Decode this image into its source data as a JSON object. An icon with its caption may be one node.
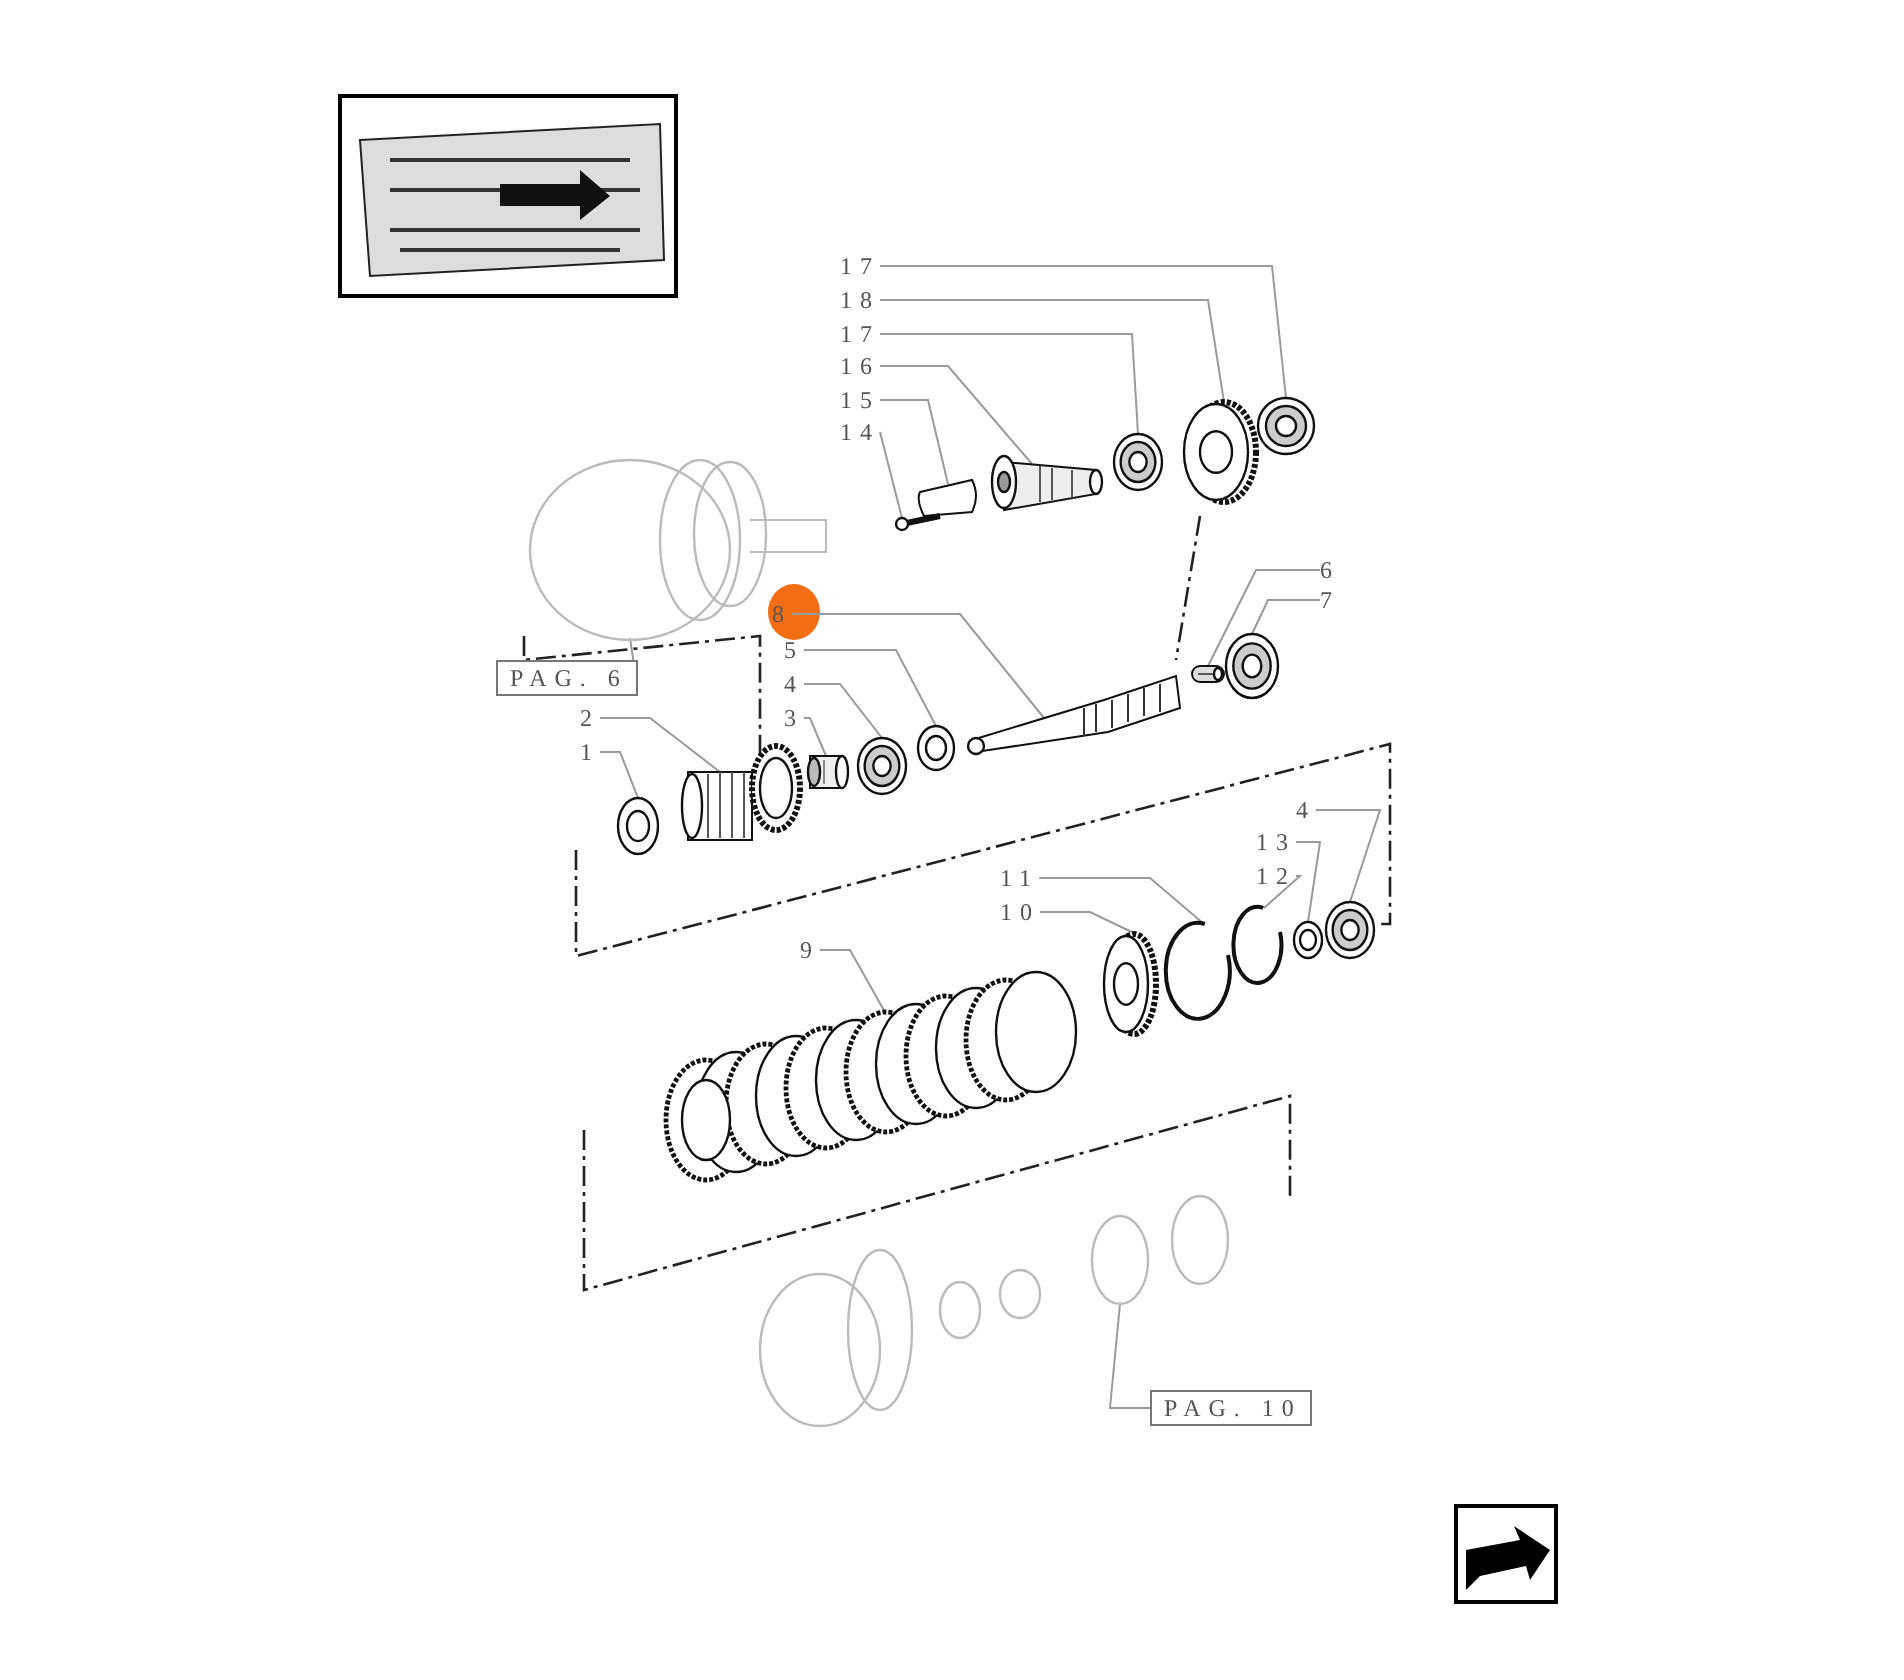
{
  "diagram": {
    "nodes": [
      {
        "text": [
          "17"
        ]
      },
      {
        "text": [
          "18"
        ]
      },
      {
        "text": [
          "17"
        ]
      },
      {
        "text": [
          "16"
        ]
      },
      {
        "text": [
          "15"
        ]
      },
      {
        "text": [
          "14"
        ]
      },
      {
        "text": [
          "6"
        ]
      },
      {
        "text": [
          "7"
        ]
      },
      {
        "text": [
          "8"
        ]
      },
      {
        "text": [
          "5"
        ]
      },
      {
        "text": [
          "PAG. 6"
        ]
      },
      {
        "text": [
          "4"
        ]
      },
      {
        "text": [
          "2"
        ]
      },
      {
        "text": [
          "3"
        ]
      },
      {
        "text": [
          "1"
        ]
      },
      {
        "text": [
          "4"
        ]
      },
      {
        "text": [
          "13"
        ]
      },
      {
        "text": [
          "11"
        ]
      },
      {
        "text": [
          "12"
        ]
      },
      {
        "text": [
          "10"
        ]
      },
      {
        "text": [
          "9"
        ]
      },
      {
        "text": [
          "PAG. 10"
        ]
      },
      {
        "text": [],
        "shape": "picture"
      },
      {
        "text": [],
        "shape": "picture"
      },
      {
        "text": [],
        "shape": "picture"
      },
      {
        "text": [],
        "shape": "picture"
      },
      {
        "text": [],
        "shape": "picture"
      },
      {
        "text": [],
        "shape": "picture"
      },
      {
        "text": [],
        "shape": "picture"
      },
      {
        "text": [],
        "shape": "picture"
      },
      {
        "text": [],
        "shape": "picture"
      },
      {
        "text": [],
        "shape": "picture"
      },
      {
        "text": [],
        "shape": "picture"
      },
      {
        "text": [],
        "shape": "picture"
      },
      {
        "text": [],
        "shape": "picture"
      },
      {
        "text": [],
        "shape": "picture"
      },
      {
        "text": [],
        "shape": "picture"
      },
      {
        "text": [],
        "shape": "picture"
      },
      {
        "text": [],
        "shape": "picture"
      },
      {
        "text": [],
        "shape": "picture"
      },
      {
        "text": [],
        "shape": "picture"
      },
      {
        "text": [],
        "shape": "picture"
      },
      {
        "text": [],
        "shape": "picture"
      },
      {
        "text": [],
        "shape": "picture"
      }
    ],
    "edges": [
      {
        "from": 0,
        "to": 22,
        "arrow": "none"
      },
      {
        "from": 1,
        "to": 23,
        "arrow": "none"
      },
      {
        "from": 2,
        "to": 24,
        "arrow": "none"
      },
      {
        "from": 3,
        "to": 25,
        "arrow": "none"
      },
      {
        "from": 4,
        "to": 26,
        "arrow": "none"
      },
      {
        "from": 5,
        "to": 27,
        "arrow": "none"
      },
      {
        "from": 6,
        "to": 28,
        "arrow": "none"
      },
      {
        "from": 7,
        "to": 29,
        "arrow": "none"
      },
      {
        "from": 8,
        "to": 30,
        "arrow": "none"
      },
      {
        "from": 9,
        "to": 31,
        "arrow": "none"
      },
      {
        "from": 10,
        "to": 32,
        "arrow": "none"
      },
      {
        "from": 11,
        "to": 33,
        "arrow": "none"
      },
      {
        "from": 12,
        "to": 34,
        "arrow": "none"
      },
      {
        "from": 13,
        "to": 35,
        "arrow": "none"
      },
      {
        "from": 14,
        "to": 36,
        "arrow": "none"
      },
      {
        "from": 15,
        "to": 37,
        "arrow": "none"
      },
      {
        "from": 16,
        "to": 38,
        "arrow": "none"
      },
      {
        "from": 17,
        "to": 39,
        "arrow": "none"
      },
      {
        "from": 18,
        "to": 40,
        "arrow": "none"
      },
      {
        "from": 19,
        "to": 41,
        "arrow": "none"
      },
      {
        "from": 20,
        "to": 42,
        "arrow": "none"
      },
      {
        "from": 21,
        "to": 43,
        "arrow": "none"
      }
    ]
  }
}
